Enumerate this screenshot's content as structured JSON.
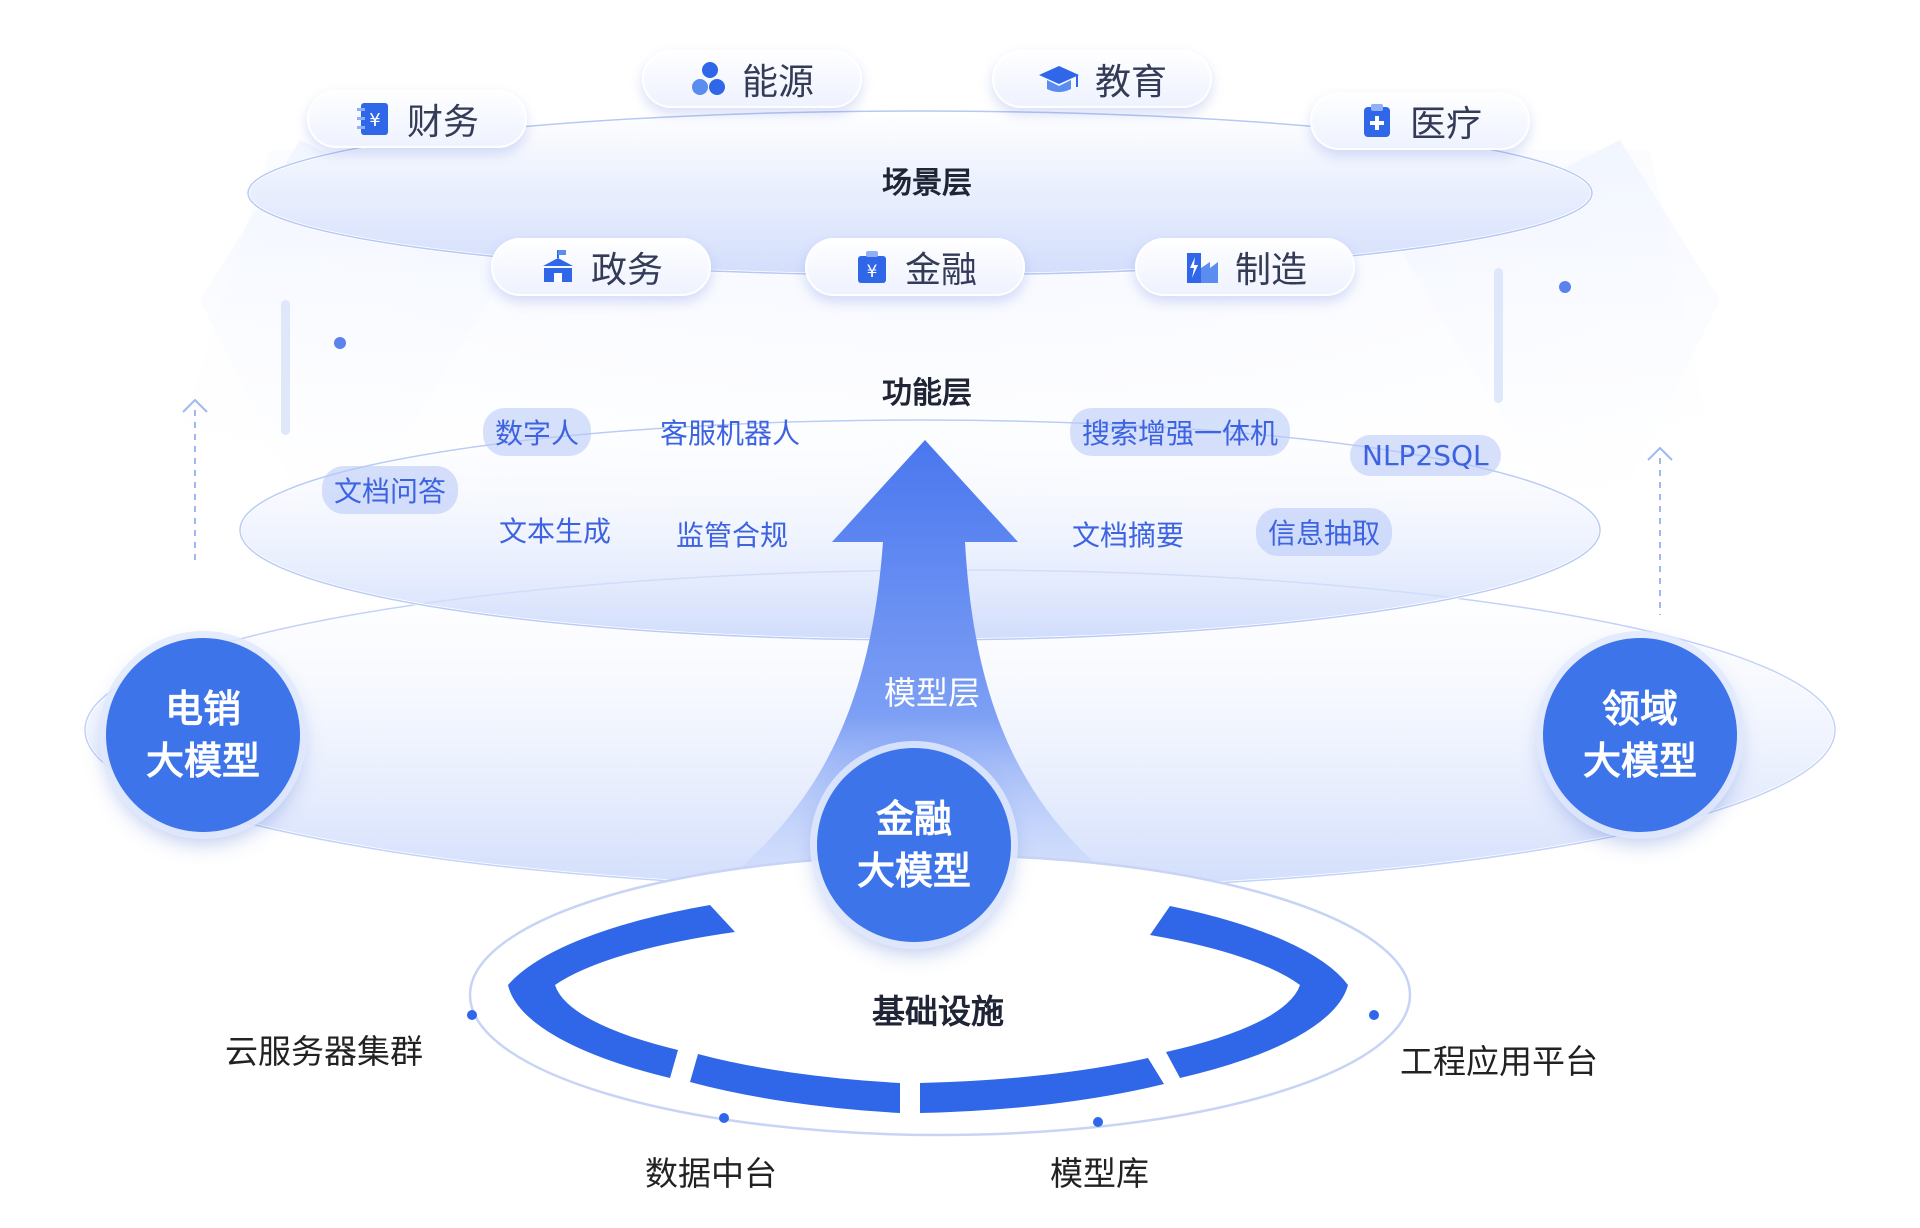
{
  "scenario_layer": {
    "title": "场景层",
    "items": [
      {
        "label": "财务",
        "icon": "finance-book-icon"
      },
      {
        "label": "能源",
        "icon": "energy-icon"
      },
      {
        "label": "教育",
        "icon": "graduation-cap-icon"
      },
      {
        "label": "医疗",
        "icon": "medical-clipboard-icon"
      },
      {
        "label": "政务",
        "icon": "government-building-icon"
      },
      {
        "label": "金融",
        "icon": "bank-yen-icon"
      },
      {
        "label": "制造",
        "icon": "factory-icon"
      }
    ]
  },
  "function_layer": {
    "title": "功能层",
    "items": [
      "数字人",
      "客服机器人",
      "文档问答",
      "文本生成",
      "监管合规",
      "搜索增强一体机",
      "NLP2SQL",
      "文档摘要",
      "信息抽取"
    ]
  },
  "model_layer": {
    "title": "模型层",
    "models": [
      {
        "line1": "电销",
        "line2": "大模型"
      },
      {
        "line1": "金融",
        "line2": "大模型"
      },
      {
        "line1": "领域",
        "line2": "大模型"
      }
    ]
  },
  "infrastructure": {
    "title": "基础设施",
    "items": [
      "云服务器集群",
      "数据中台",
      "模型库",
      "工程应用平台"
    ]
  },
  "colors": {
    "primary": "#3d74ea",
    "arrow": "#4f7cf0",
    "feature_text": "#3d63e0",
    "layer_fill": "#dfe7ff"
  }
}
